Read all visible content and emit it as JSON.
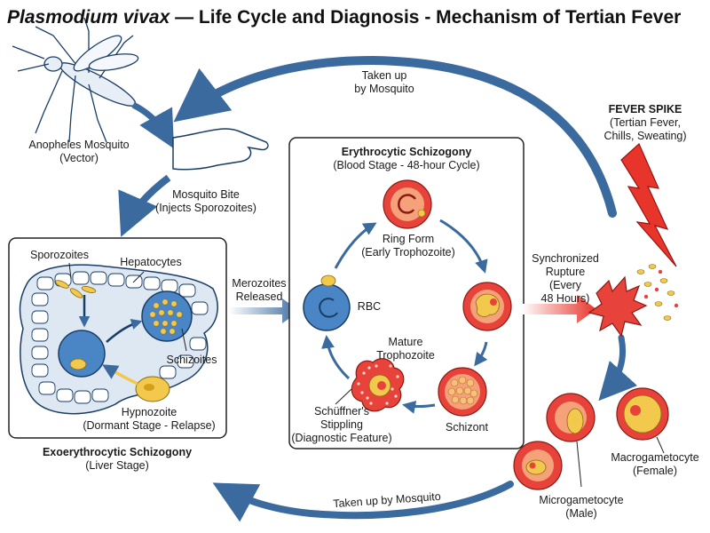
{
  "title": {
    "italic": "Plasmodium vivax",
    "rest": " — Life Cycle and Diagnosis - Mechanism of Tertian Fever"
  },
  "labels": {
    "mosquito": "Anopheles Mosquito",
    "mosquito_sub": "(Vector)",
    "bite": "Mosquito Bite",
    "bite_sub": "(Injects Sporozoites)",
    "taken_up_top_1": "Taken up",
    "taken_up_top_2": "by Mosquito",
    "sporozoites": "Sporozoites",
    "hepatocytes": "Hepatocytes",
    "schizoites": "Schizoites",
    "hypnozoite": "Hypnozoite",
    "hypnozoite_sub": "(Dormant Stage - Relapse)",
    "liver_title": "Exoerythrocytic Schizogony",
    "liver_sub": "(Liver Stage)",
    "merozoites_1": "Merozoites",
    "merozoites_2": "Released",
    "blood_title": "Erythrocytic Schizogony",
    "blood_sub": "(Blood Stage - 48-hour Cycle)",
    "ring_form": "Ring Form",
    "ring_form_sub": "(Early Trophozoite)",
    "rbc": "RBC",
    "mature_1": "Mature",
    "mature_2": "Trophozoite",
    "schuffner_1": "Schüffner's",
    "schuffner_2": "Stippling",
    "schuffner_3": "(Diagnostic Feature)",
    "schizont": "Schizont",
    "sync_1": "Synchronized",
    "sync_2": "Rupture",
    "sync_3": "(Every",
    "sync_4": "48 Hours)",
    "fever": "FEVER SPIKE",
    "fever_2": "(Tertian Fever,",
    "fever_3": "Chills, Sweating)",
    "macro": "Macrogametocyte",
    "macro_sub": "(Female)",
    "micro": "Microgametocyte",
    "micro_sub": "(Male)",
    "taken_up_bottom": "Taken up by Mosquito"
  },
  "colors": {
    "arrow_blue": "#3b6a9e",
    "rbc_red": "#e8433a",
    "rbc_inner": "#f5a27a",
    "parasite_yellow": "#f2c94c",
    "cell_blue": "#4a86c5",
    "fever_red": "#e8352b",
    "outline": "#222222",
    "liver_fill": "#dde8f3"
  }
}
